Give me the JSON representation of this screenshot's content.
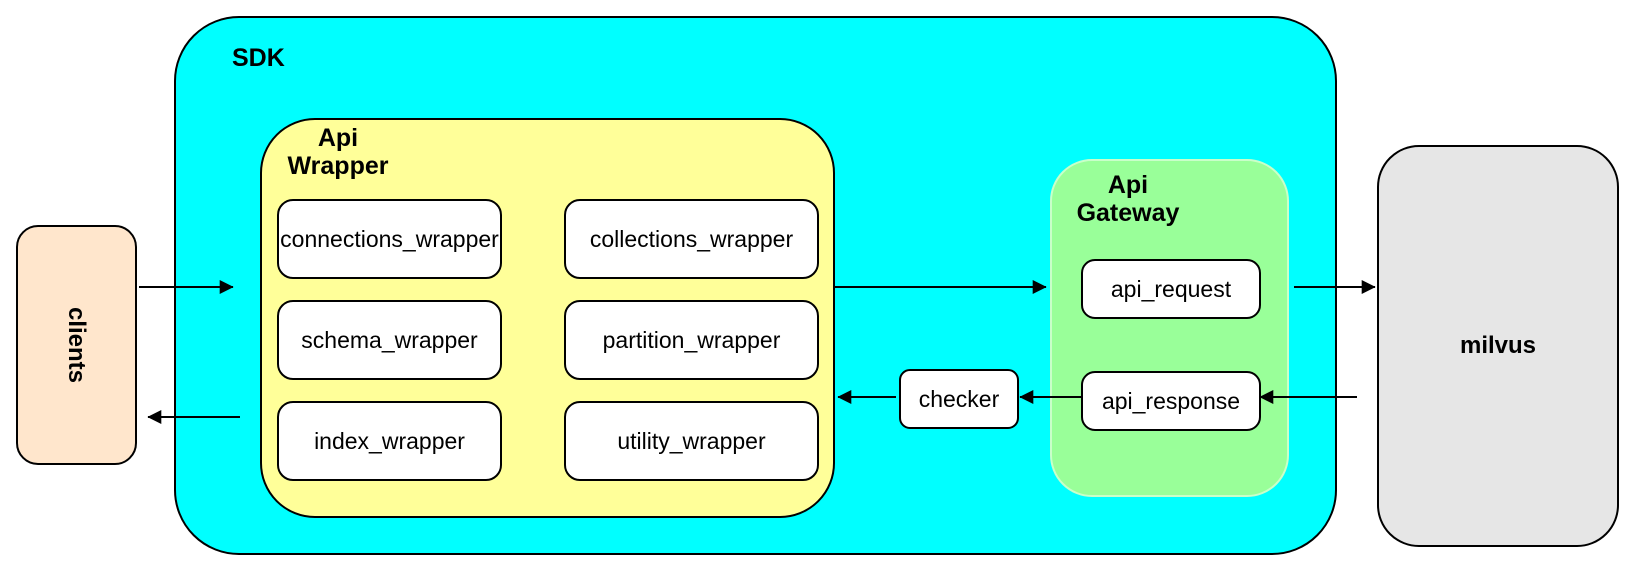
{
  "colors": {
    "background": "#ffffff",
    "sdk_fill": "#00ffff",
    "api_wrapper_fill": "#ffff99",
    "api_gateway_fill": "#99ff99",
    "api_gateway_edge": "#c9ffc9",
    "clients_fill": "#ffe6cc",
    "milvus_fill": "#e6e6e6",
    "node_fill": "#ffffff",
    "line": "#000000"
  },
  "nodes": {
    "clients": {
      "label": "clients"
    },
    "sdk": {
      "label": "SDK"
    },
    "api_wrapper": {
      "label": "Api Wrapper",
      "modules": [
        {
          "label": "connections_wrapper"
        },
        {
          "label": "collections_wrapper"
        },
        {
          "label": "schema_wrapper"
        },
        {
          "label": "partition_wrapper"
        },
        {
          "label": "index_wrapper"
        },
        {
          "label": "utility_wrapper"
        }
      ]
    },
    "checker": {
      "label": "checker"
    },
    "api_gateway": {
      "label": "Api Gateway",
      "request": {
        "label": "api_request"
      },
      "response": {
        "label": "api_response"
      }
    },
    "milvus": {
      "label": "milvus"
    }
  },
  "edges": [
    {
      "from": "clients",
      "to": "sdk",
      "direction": "right"
    },
    {
      "from": "sdk",
      "to": "clients",
      "direction": "left"
    },
    {
      "from": "api_wrapper",
      "to": "api_gateway",
      "direction": "right"
    },
    {
      "from": "api_request",
      "to": "milvus",
      "direction": "right"
    },
    {
      "from": "milvus",
      "to": "api_response",
      "direction": "left"
    },
    {
      "from": "api_response",
      "to": "checker",
      "direction": "left"
    },
    {
      "from": "checker",
      "to": "api_wrapper",
      "direction": "left"
    }
  ]
}
